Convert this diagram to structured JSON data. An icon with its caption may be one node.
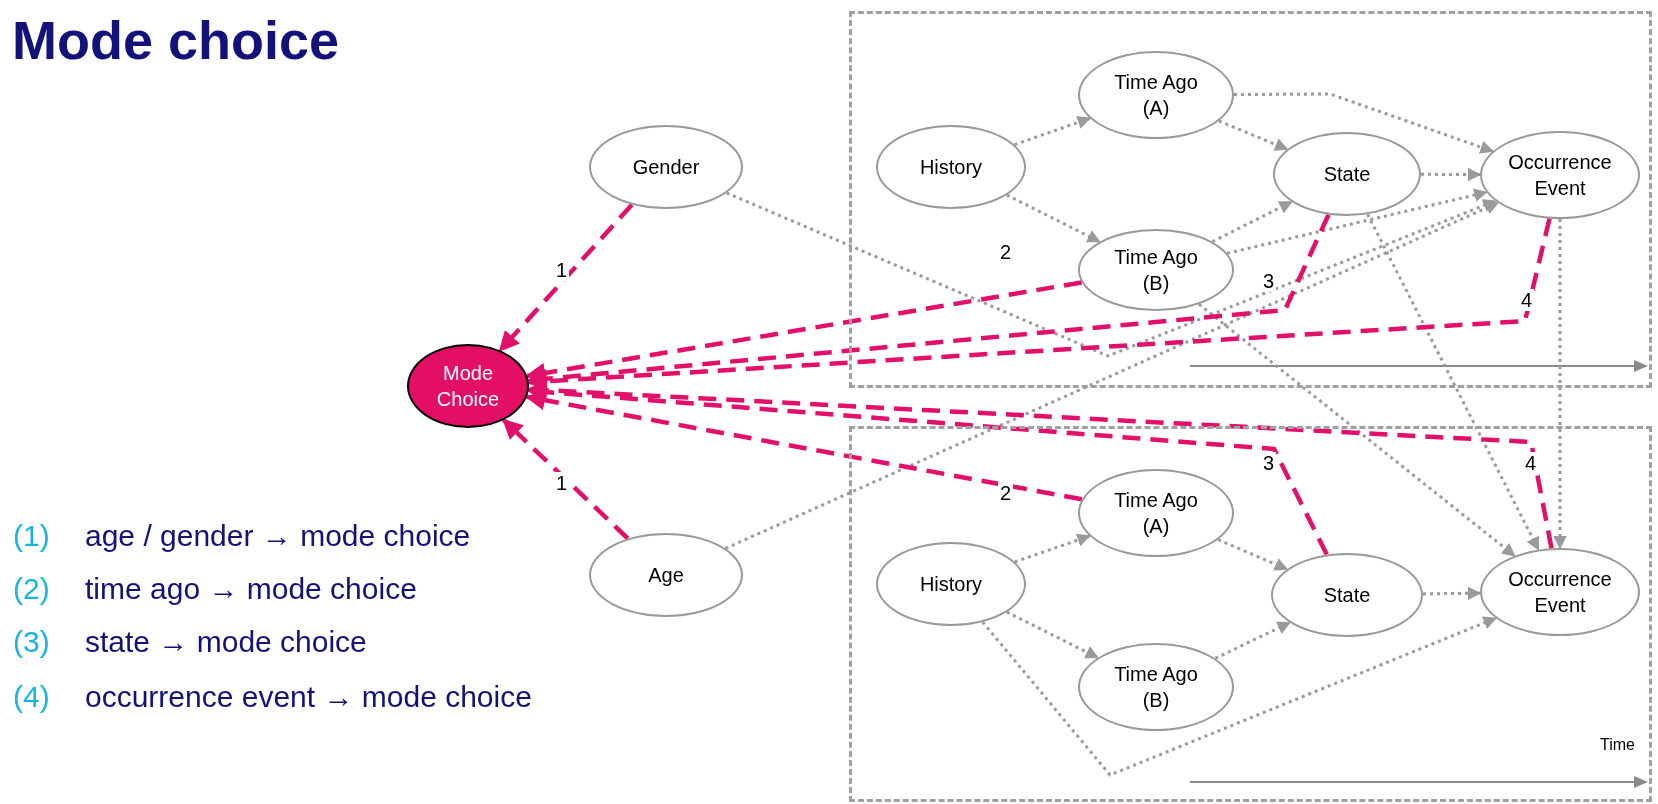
{
  "diagram": {
    "title": "Mode choice",
    "nodes": [
      {
        "text": [
          "Gender"
        ]
      },
      {
        "text": [
          "Mode Choice"
        ]
      },
      {
        "text": [
          "Age"
        ]
      },
      {
        "text": [],
        "shape": "box"
      },
      {
        "text": [
          "History"
        ],
        "in": 3
      },
      {
        "text": [
          "Time Ago (A)"
        ],
        "in": 3
      },
      {
        "text": [
          "Time Ago (B)"
        ],
        "in": 3
      },
      {
        "text": [
          "State"
        ],
        "in": 3
      },
      {
        "text": [
          "Occurrence Event"
        ],
        "in": 3
      },
      {
        "text": [],
        "shape": "box"
      },
      {
        "text": [
          "History"
        ],
        "in": 9
      },
      {
        "text": [
          "Time Ago (A)"
        ],
        "in": 9
      },
      {
        "text": [
          "Time Ago (B)"
        ],
        "in": 9
      },
      {
        "text": [
          "State"
        ],
        "in": 9
      },
      {
        "text": [
          "Occurrence Event"
        ],
        "in": 9
      }
    ],
    "edges": [
      {
        "from": 4,
        "to": 5,
        "arrow": "to"
      },
      {
        "from": 4,
        "to": 6,
        "arrow": "to"
      },
      {
        "from": 5,
        "to": 7,
        "arrow": "to"
      },
      {
        "from": 6,
        "to": 7,
        "arrow": "to"
      },
      {
        "from": 5,
        "to": 8,
        "arrow": "to"
      },
      {
        "from": 7,
        "to": 8,
        "arrow": "to"
      },
      {
        "from": 6,
        "to": 8,
        "arrow": "to"
      },
      {
        "from": 0,
        "to": 8,
        "arrow": "to"
      },
      {
        "from": 2,
        "to": 8,
        "arrow": "to"
      },
      {
        "from": 6,
        "to": 14,
        "arrow": "to"
      },
      {
        "from": 7,
        "to": 14,
        "arrow": "to"
      },
      {
        "from": 8,
        "to": 14,
        "arrow": "to"
      },
      {
        "from": 10,
        "to": 11,
        "arrow": "to"
      },
      {
        "from": 10,
        "to": 12,
        "arrow": "to"
      },
      {
        "from": 11,
        "to": 13,
        "arrow": "to"
      },
      {
        "from": 12,
        "to": 13,
        "arrow": "to"
      },
      {
        "from": 13,
        "to": 14,
        "arrow": "to"
      },
      {
        "from": 10,
        "to": 14,
        "arrow": "to"
      },
      {
        "from": 0,
        "to": 1,
        "arrow": "to",
        "label": "1",
        "style": "dashed",
        "color": "#e2106a"
      },
      {
        "from": 2,
        "to": 1,
        "arrow": "to",
        "label": "1",
        "style": "dashed",
        "color": "#e2106a"
      },
      {
        "from": 6,
        "to": 1,
        "arrow": "to",
        "label": "2",
        "style": "dashed",
        "color": "#e2106a"
      },
      {
        "from": 7,
        "to": 1,
        "arrow": "to",
        "label": "3",
        "style": "dashed",
        "color": "#e2106a"
      },
      {
        "from": 8,
        "to": 1,
        "arrow": "to",
        "label": "4",
        "style": "dashed",
        "color": "#e2106a"
      },
      {
        "from": 11,
        "to": 1,
        "arrow": "to",
        "label": "2",
        "style": "dashed",
        "color": "#e2106a"
      },
      {
        "from": 13,
        "to": 1,
        "arrow": "to",
        "label": "3",
        "style": "dashed",
        "color": "#e2106a"
      },
      {
        "from": 14,
        "to": 1,
        "arrow": "to",
        "label": "4",
        "style": "dashed",
        "color": "#e2106a"
      }
    ],
    "labels": [
      "(1)",
      "age / gender → mode choice",
      "(2)",
      "time ago → mode choice",
      "(3)",
      "state → mode choice",
      "(4)",
      "occurrence event → mode choice",
      "Time"
    ]
  }
}
